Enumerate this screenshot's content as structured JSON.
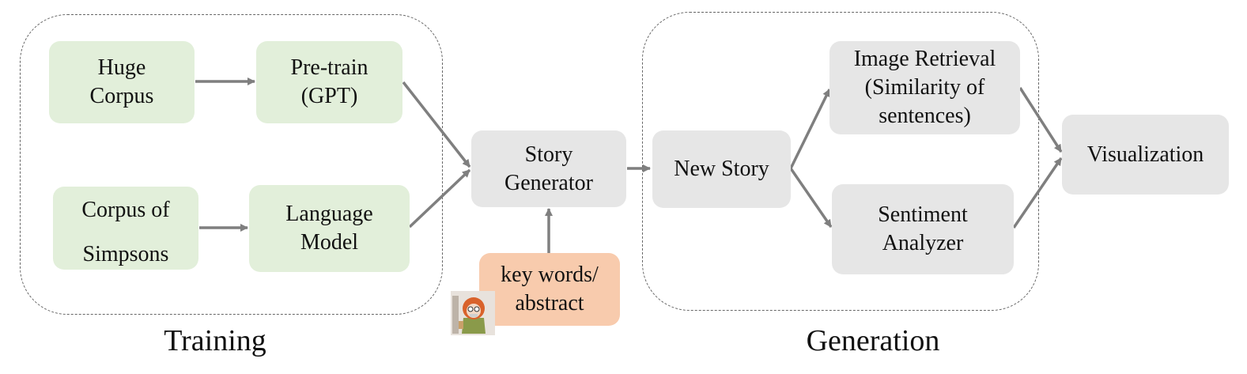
{
  "groups": {
    "training_label": "Training",
    "generation_label": "Generation"
  },
  "nodes": {
    "huge_corpus": "Huge\nCorpus",
    "pretrain": "Pre-train\n(GPT)",
    "corpus_simpsons": "Corpus of\n\nSimpsons",
    "language_model": "Language\nModel",
    "story_generator": "Story\nGenerator",
    "keywords": "key words/\nabstract",
    "new_story": "New Story",
    "image_retrieval": "Image Retrieval\n(Similarity of\nsentences)",
    "sentiment_analyzer": "Sentiment\nAnalyzer",
    "visualization": "Visualization"
  },
  "colors": {
    "green": "#e2efda",
    "gray": "#e6e6e6",
    "orange": "#f8cbad",
    "arrow": "#7f7f7f",
    "dash": "#666666"
  },
  "icons": {
    "avatar": "cartoon-character-icon"
  }
}
